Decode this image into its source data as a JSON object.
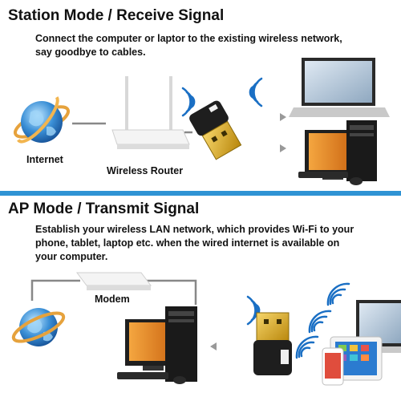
{
  "station": {
    "title": "Station Mode / Receive Signal",
    "description": "Connect the computer or laptor to the existing wireless network, say goodbye to cables.",
    "internet_label": "Internet",
    "router_label": "Wireless Router"
  },
  "ap": {
    "title": "AP Mode / Transmit Signal",
    "description": "Establish your wireless LAN network, which provides Wi-Fi to your phone, tablet, laptop etc. when the wired internet is available on your computer.",
    "modem_label": "Modem"
  },
  "colors": {
    "accent": "#2f93d4",
    "wifi": "#1a6fc4",
    "tower": "#e8821e",
    "line": "#888888"
  }
}
